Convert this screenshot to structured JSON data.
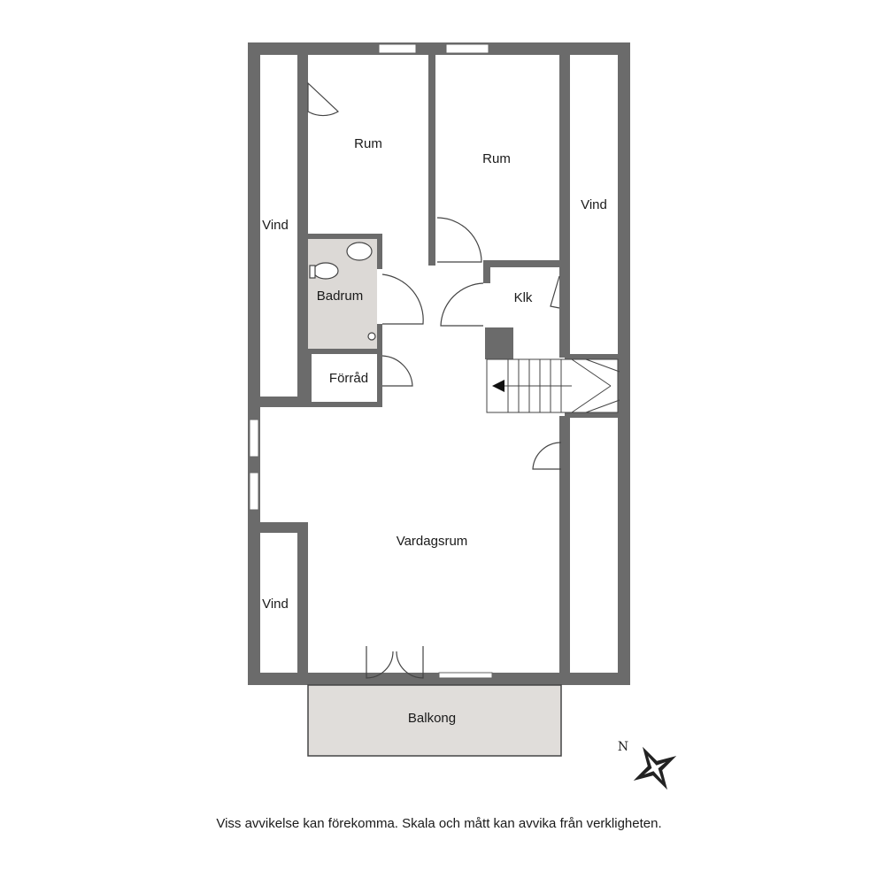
{
  "rooms": {
    "rum_1": "Rum",
    "rum_2": "Rum",
    "vind_left_top": "Vind",
    "vind_right": "Vind",
    "vind_left_bottom": "Vind",
    "badrum": "Badrum",
    "klk": "Klk",
    "forrad": "Förråd",
    "vardagsrum": "Vardagsrum",
    "balkong": "Balkong"
  },
  "compass": {
    "north_label": "N"
  },
  "disclaimer": "Viss avvikelse kan förekomma. Skala och mått kan avvika från verkligheten.",
  "colors": {
    "wall": "#6b6b6b",
    "floor": "#ffffff",
    "wet_room": "#dcd9d6",
    "balcony": "#e0ddda",
    "line": "#444444"
  }
}
